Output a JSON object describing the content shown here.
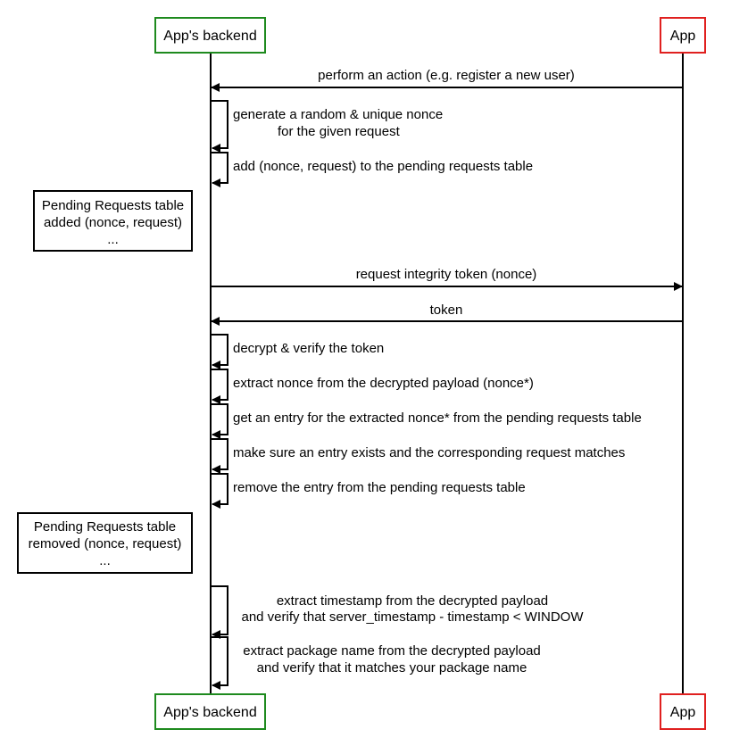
{
  "actors": {
    "backend": {
      "label": "App's backend",
      "color": "#1e8a1e"
    },
    "app": {
      "label": "App",
      "color": "#e0201f"
    }
  },
  "messages": [
    {
      "lines": [
        "perform an action (e.g. register a new user)"
      ],
      "from": "app",
      "to": "backend"
    },
    {
      "lines": [
        "generate a random & unique nonce",
        "for the given request"
      ],
      "self": true
    },
    {
      "lines": [
        "add (nonce, request) to the pending requests table"
      ],
      "self": true
    },
    {
      "note": [
        "Pending Requests table",
        "added (nonce, request)",
        "..."
      ]
    },
    {
      "lines": [
        "request integrity token (nonce)"
      ],
      "from": "backend",
      "to": "app"
    },
    {
      "lines": [
        "token"
      ],
      "from": "app",
      "to": "backend"
    },
    {
      "lines": [
        "decrypt & verify the token"
      ],
      "self": true
    },
    {
      "lines": [
        "extract nonce from the decrypted payload (nonce*)"
      ],
      "self": true
    },
    {
      "lines": [
        "get an entry for the extracted nonce* from the pending requests table"
      ],
      "self": true
    },
    {
      "lines": [
        "make sure an entry exists and the corresponding request matches"
      ],
      "self": true
    },
    {
      "lines": [
        "remove the entry from the pending requests table"
      ],
      "self": true
    },
    {
      "note": [
        "Pending Requests table",
        "removed (nonce, request)",
        "..."
      ]
    },
    {
      "lines": [
        "extract timestamp from the decrypted payload",
        "and verify that server_timestamp - timestamp < WINDOW"
      ],
      "self": true
    },
    {
      "lines": [
        "extract package name from the decrypted payload",
        "and verify that it matches your package name"
      ],
      "self": true
    }
  ]
}
